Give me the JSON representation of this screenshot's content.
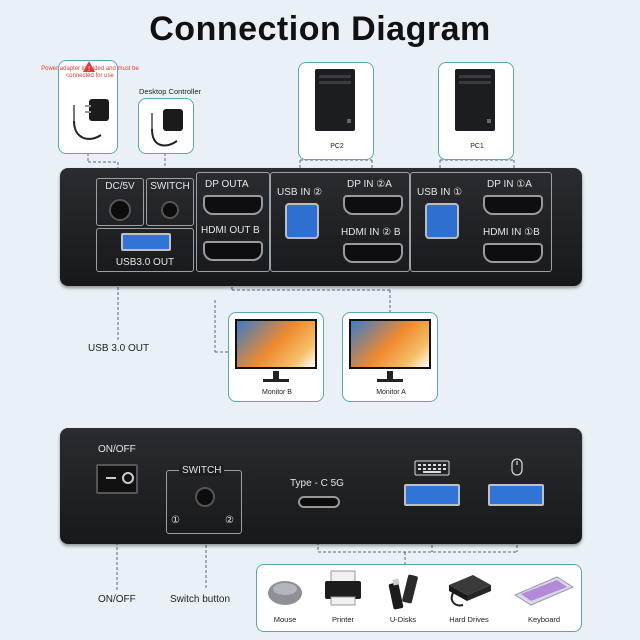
{
  "title": "Connection Diagram",
  "top_cards": {
    "power_adapter_note": "Power adapter included and must be connected for use",
    "desktop_controller": "Desktop Controller",
    "pc2": "PC2",
    "pc1": "PC1"
  },
  "front_panel": {
    "dc": "DC/5V",
    "switch": "SWITCH",
    "usb_out": "USB3.0 OUT",
    "dp_out_a": "DP OUTA",
    "hdmi_out_b": "HDMI OUT B",
    "usb_in_2": "USB IN ②",
    "dp_in_2a": "DP IN ②A",
    "hdmi_in_2b": "HDMI IN ② B",
    "usb_in_1": "USB IN ①",
    "dp_in_1a": "DP IN ①A",
    "hdmi_in_1b": "HDMI IN ①B"
  },
  "usb30_label": "USB 3.0 OUT",
  "monitors": {
    "b": "Monitor B",
    "a": "Monitor A"
  },
  "back_panel": {
    "onoff": "ON/OFF",
    "switch": "SWITCH",
    "num1": "①",
    "num2": "②",
    "typec": "Type - C 5G"
  },
  "bottom_labels": {
    "onoff": "ON/OFF",
    "switch_button": "Switch button"
  },
  "devices": [
    "Mouse",
    "Printer",
    "U-Disks",
    "Hard Drives",
    "Keyboard"
  ],
  "colors": {
    "card_border": "#5aa7b4",
    "usb_blue": "#2f6fd0",
    "warning_red": "#e03a3a"
  }
}
